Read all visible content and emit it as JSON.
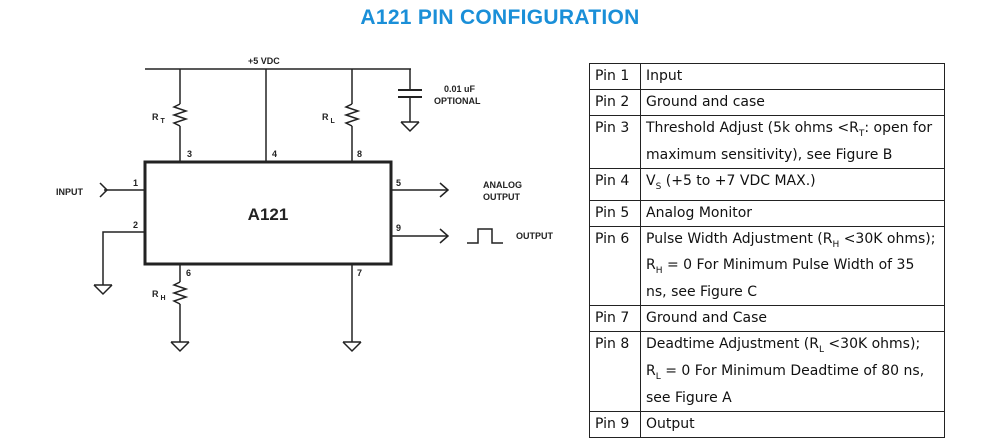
{
  "title": "A121 PIN CONFIGURATION",
  "schematic": {
    "supply_label": "+5 VDC",
    "chip_label": "A121",
    "cap_label_1": "0.01 uF",
    "cap_label_2": "OPTIONAL",
    "resistors": {
      "rt": "R",
      "rt_sub": "T",
      "rl": "R",
      "rl_sub": "L",
      "rh": "R",
      "rh_sub": "H"
    },
    "pin_numbers": {
      "p1": "1",
      "p2": "2",
      "p3": "3",
      "p4": "4",
      "p5": "5",
      "p6": "6",
      "p7": "7",
      "p8": "8",
      "p9": "9"
    },
    "input_label": "INPUT",
    "analog_label_1": "ANALOG",
    "analog_label_2": "OUTPUT",
    "output_label": "OUTPUT"
  },
  "pin_table": {
    "rows": [
      {
        "pin": "Pin 1",
        "desc": "Input"
      },
      {
        "pin": "Pin 2",
        "desc": "Ground and case"
      },
      {
        "pin": "Pin 3",
        "d1": "Threshold Adjust (5k ohms <R",
        "s1": "T",
        "d2": ":  open for maximum sensitivity), see Figure B"
      },
      {
        "pin": "Pin 4",
        "d1": "V",
        "s1": "S",
        "d2": " (+5 to +7 VDC MAX.)"
      },
      {
        "pin": "Pin 5",
        "desc": "Analog Monitor"
      },
      {
        "pin": "Pin 6",
        "d1": "Pulse Width Adjustment (R",
        "s1": "H",
        "d2": " <30K ohms); R",
        "s2": "H",
        "d3": " = 0 For Minimum Pulse Width of 35 ns, see Figure C"
      },
      {
        "pin": "Pin 7",
        "desc": "Ground and Case"
      },
      {
        "pin": "Pin 8",
        "d1": "Deadtime Adjustment (R",
        "s1": "L",
        "d2": " <30K ohms); R",
        "s2": "L",
        "d3": " = 0 For Minimum Deadtime of  80 ns, see Figure A"
      },
      {
        "pin": "Pin 9",
        "desc": "Output"
      }
    ]
  }
}
